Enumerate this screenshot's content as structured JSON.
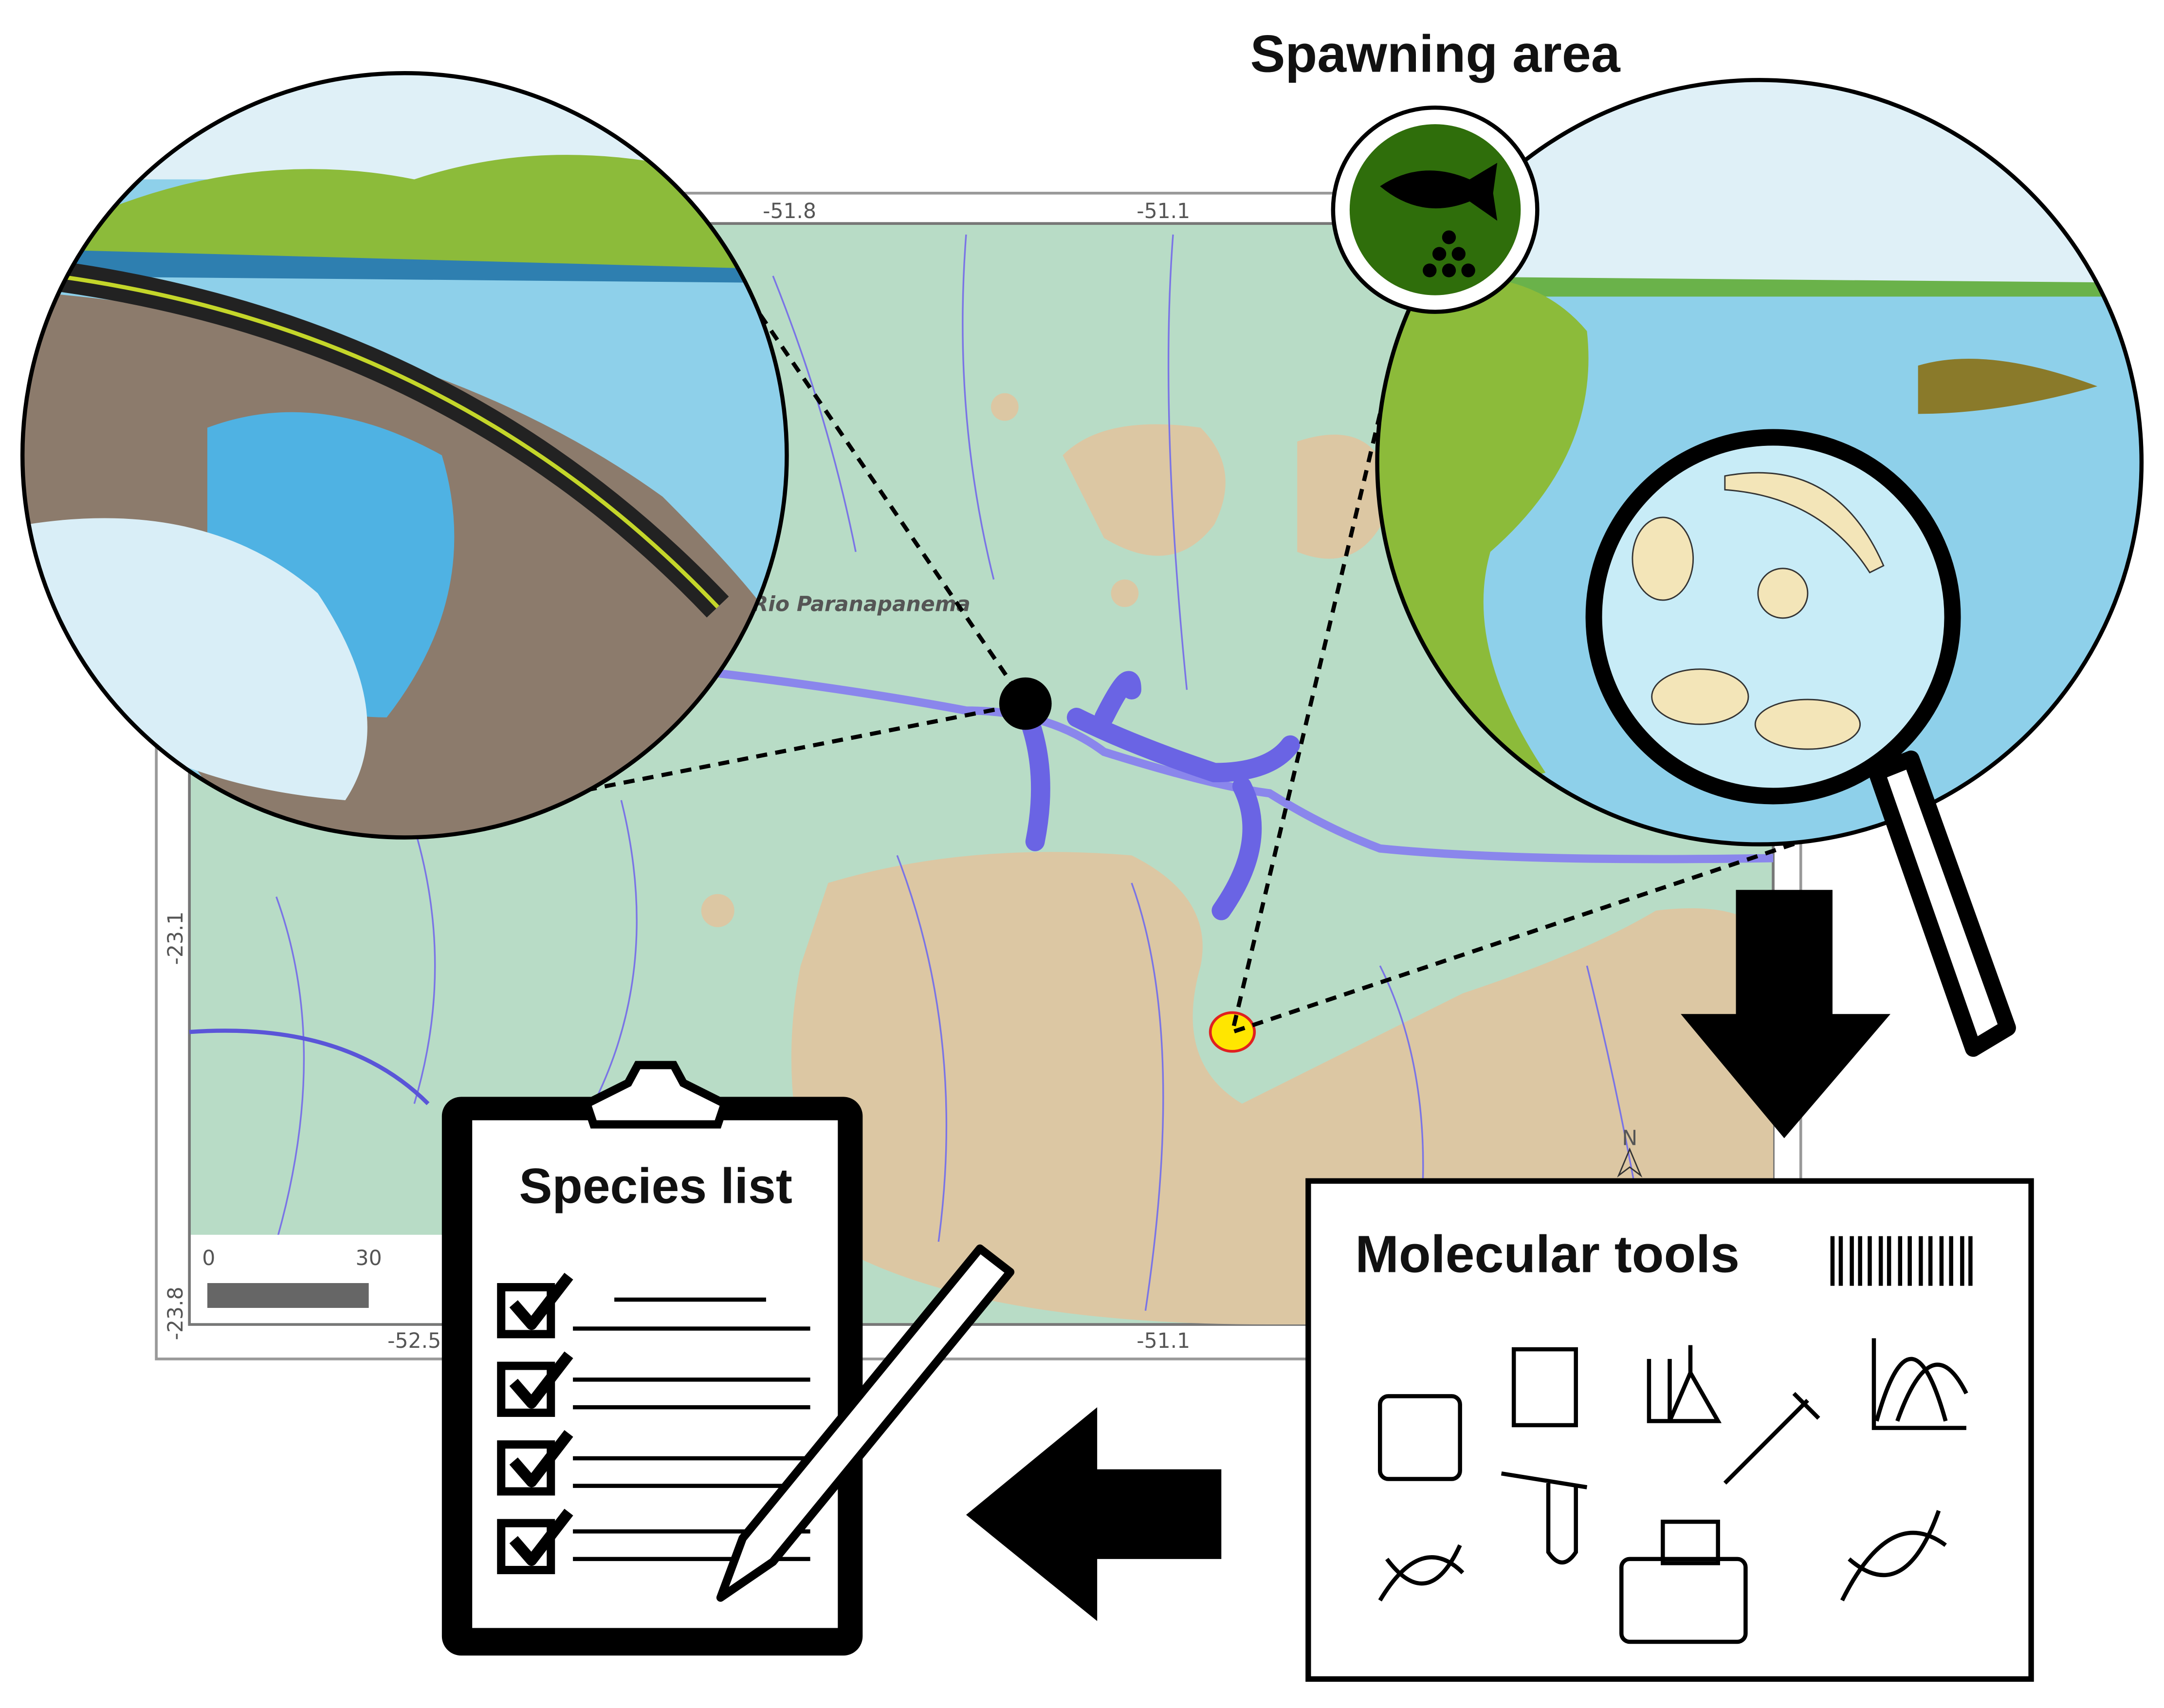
{
  "title": "Spawning area",
  "map": {
    "top_ticks": [
      "-51.8",
      "-51.1"
    ],
    "bottom_ticks": [
      "-52.5",
      "-51.1"
    ],
    "left_ticks": [
      "-23.1",
      "-23.8"
    ],
    "river_label": "Rio Paranapanema",
    "scale_bar": {
      "start": "0",
      "end": "30"
    },
    "north_label": "N",
    "colors": {
      "lowland": "#b8dcc6",
      "upland": "#dcc7a3",
      "river": "#7a74e6",
      "dam_marker": "#000000",
      "spawning_marker": "#ffe600"
    }
  },
  "clipboard": {
    "title": "Species list",
    "checked_items": 4
  },
  "molecular": {
    "title": "Molecular tools",
    "icons": [
      "barcode-icon",
      "calculator-icon",
      "checklist-icon",
      "lab-flask-icon",
      "pipette-icon",
      "chromatogram-icon",
      "dna-icon",
      "microtube-icon",
      "sequencer-icon",
      "dna-icon"
    ]
  },
  "badge_icon": "fish-eggs-icon",
  "arrows": [
    "down-arrow",
    "left-arrow"
  ]
}
